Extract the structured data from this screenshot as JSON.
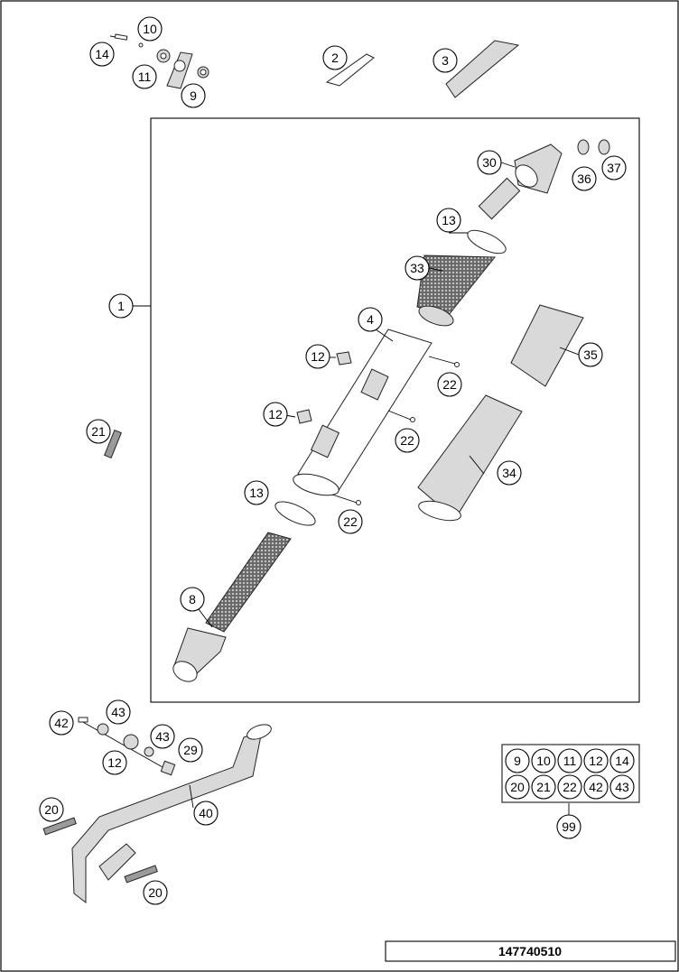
{
  "part_number": "147740510",
  "callouts": [
    {
      "id": "c1",
      "label": "1"
    },
    {
      "id": "c2",
      "label": "2"
    },
    {
      "id": "c3",
      "label": "3"
    },
    {
      "id": "c4",
      "label": "4"
    },
    {
      "id": "c8",
      "label": "8"
    },
    {
      "id": "c9",
      "label": "9"
    },
    {
      "id": "c10",
      "label": "10"
    },
    {
      "id": "c11",
      "label": "11"
    },
    {
      "id": "c12a",
      "label": "12"
    },
    {
      "id": "c12b",
      "label": "12"
    },
    {
      "id": "c12c",
      "label": "12"
    },
    {
      "id": "c13a",
      "label": "13"
    },
    {
      "id": "c13b",
      "label": "13"
    },
    {
      "id": "c14",
      "label": "14"
    },
    {
      "id": "c20a",
      "label": "20"
    },
    {
      "id": "c20b",
      "label": "20"
    },
    {
      "id": "c21",
      "label": "21"
    },
    {
      "id": "c22a",
      "label": "22"
    },
    {
      "id": "c22b",
      "label": "22"
    },
    {
      "id": "c22c",
      "label": "22"
    },
    {
      "id": "c29",
      "label": "29"
    },
    {
      "id": "c30",
      "label": "30"
    },
    {
      "id": "c33",
      "label": "33"
    },
    {
      "id": "c34",
      "label": "34"
    },
    {
      "id": "c35",
      "label": "35"
    },
    {
      "id": "c36",
      "label": "36"
    },
    {
      "id": "c37",
      "label": "37"
    },
    {
      "id": "c40",
      "label": "40"
    },
    {
      "id": "c42",
      "label": "42"
    },
    {
      "id": "c43a",
      "label": "43"
    },
    {
      "id": "c43b",
      "label": "43"
    },
    {
      "id": "c99",
      "label": "99"
    }
  ],
  "kit": {
    "row1": [
      "9",
      "10",
      "11",
      "12",
      "14"
    ],
    "row2": [
      "20",
      "21",
      "22",
      "42",
      "43"
    ]
  }
}
